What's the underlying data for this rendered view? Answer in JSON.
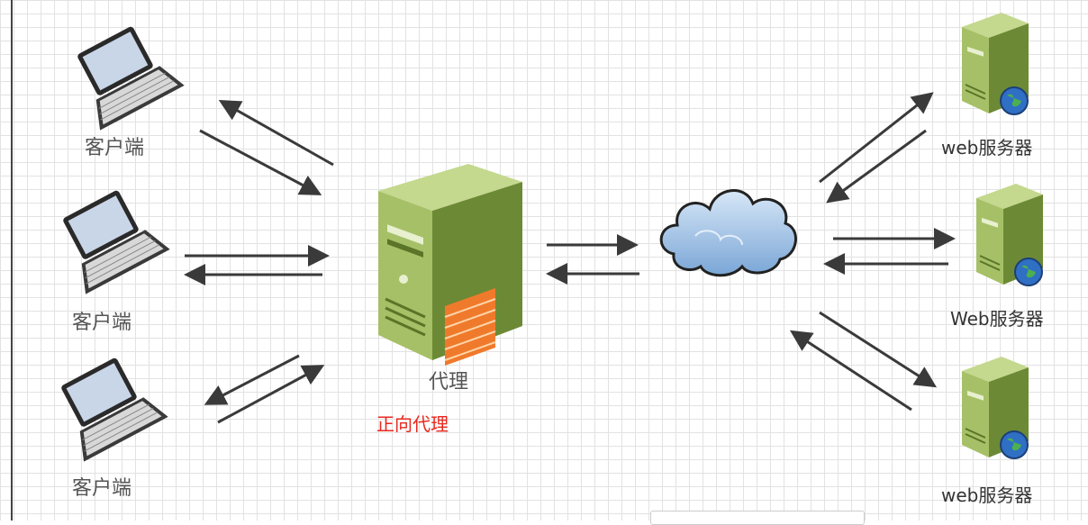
{
  "clients": [
    {
      "label": "客户端"
    },
    {
      "label": "客户端"
    },
    {
      "label": "客户端"
    }
  ],
  "proxy": {
    "label": "代理",
    "caption": "正向代理"
  },
  "cloud": {
    "icon": "cloud-icon"
  },
  "servers": [
    {
      "label": "web服务器"
    },
    {
      "label": "Web服务器"
    },
    {
      "label": "web服务器"
    }
  ],
  "colors": {
    "arrow": "#3a3a3a",
    "caption": "#e8271d",
    "server_green": "#9cb661",
    "laptop_frame": "#2a2a2a"
  }
}
